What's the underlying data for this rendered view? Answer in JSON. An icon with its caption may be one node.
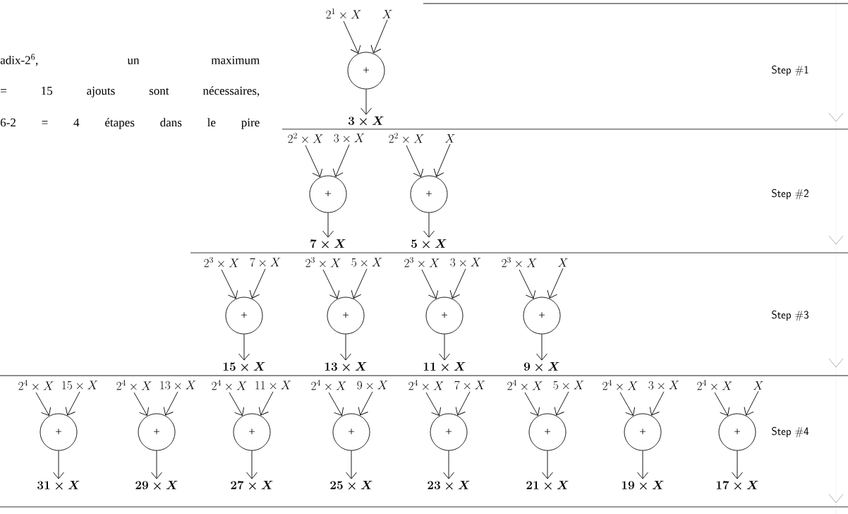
{
  "diagram": {
    "nodes": [
      {
        "text": [
          "2^{1}\\times X"
        ]
      },
      {
        "text": [
          "X"
        ]
      },
      {
        "text": [
          "+"
        ]
      },
      {
        "text": [
          "3\\times X"
        ]
      },
      {
        "text": [
          "2^{2}\\times X"
        ]
      },
      {
        "text": [
          "3\\times X"
        ]
      },
      {
        "text": [
          "+"
        ]
      },
      {
        "text": [
          "7\\times X"
        ]
      },
      {
        "text": [
          "2^{2}\\times X"
        ]
      },
      {
        "text": [
          "X"
        ]
      },
      {
        "text": [
          "+"
        ]
      },
      {
        "text": [
          "5\\times X"
        ]
      },
      {
        "text": [
          "2^{3}\\times X"
        ]
      },
      {
        "text": [
          "7\\times X"
        ]
      },
      {
        "text": [
          "+"
        ]
      },
      {
        "text": [
          "15\\times X"
        ]
      },
      {
        "text": [
          "2^{3}\\times X"
        ]
      },
      {
        "text": [
          "5\\times X"
        ]
      },
      {
        "text": [
          "+"
        ]
      },
      {
        "text": [
          "13\\times X"
        ]
      },
      {
        "text": [
          "2^{3}\\times X"
        ]
      },
      {
        "text": [
          "3\\times X"
        ]
      },
      {
        "text": [
          "+"
        ]
      },
      {
        "text": [
          "11\\times X"
        ]
      },
      {
        "text": [
          "2^{3}\\times X"
        ]
      },
      {
        "text": [
          "X"
        ]
      },
      {
        "text": [
          "+"
        ]
      },
      {
        "text": [
          "9\\times X"
        ]
      },
      {
        "text": [
          "2^{4}\\times X"
        ]
      },
      {
        "text": [
          "15\\times X"
        ]
      },
      {
        "text": [
          "+"
        ]
      },
      {
        "text": [
          "31\\times X"
        ]
      },
      {
        "text": [
          "2^{4}\\times X"
        ]
      },
      {
        "text": [
          "13\\times X"
        ]
      },
      {
        "text": [
          "+"
        ]
      },
      {
        "text": [
          "29\\times X"
        ]
      },
      {
        "text": [
          "2^{4}\\times X"
        ]
      },
      {
        "text": [
          "11\\times X"
        ]
      },
      {
        "text": [
          "+"
        ]
      },
      {
        "text": [
          "27\\times X"
        ]
      },
      {
        "text": [
          "2^{4}\\times X"
        ]
      },
      {
        "text": [
          "9\\times X"
        ]
      },
      {
        "text": [
          "+"
        ]
      },
      {
        "text": [
          "25\\times X"
        ]
      },
      {
        "text": [
          "2^{4}\\times X"
        ]
      },
      {
        "text": [
          "7\\times X"
        ]
      },
      {
        "text": [
          "+"
        ]
      },
      {
        "text": [
          "23\\times X"
        ]
      },
      {
        "text": [
          "2^{4}\\times X"
        ]
      },
      {
        "text": [
          "5\\times X"
        ]
      },
      {
        "text": [
          "+"
        ]
      },
      {
        "text": [
          "21\\times X"
        ]
      },
      {
        "text": [
          "2^{4}\\times X"
        ]
      },
      {
        "text": [
          "3\\times X"
        ]
      },
      {
        "text": [
          "+"
        ]
      },
      {
        "text": [
          "19\\times X"
        ]
      },
      {
        "text": [
          "2^{4}\\times X"
        ]
      },
      {
        "text": [
          "X"
        ]
      },
      {
        "text": [
          "+"
        ]
      },
      {
        "text": [
          "17\\times X"
        ]
      }
    ],
    "edges": [
      {
        "from": 0,
        "to": 2,
        "arrow": "to"
      },
      {
        "from": 1,
        "to": 2,
        "arrow": "to"
      },
      {
        "from": 2,
        "to": 3,
        "arrow": "to"
      },
      {
        "from": 4,
        "to": 6,
        "arrow": "to"
      },
      {
        "from": 5,
        "to": 6,
        "arrow": "to"
      },
      {
        "from": 6,
        "to": 7,
        "arrow": "to"
      },
      {
        "from": 8,
        "to": 10,
        "arrow": "to"
      },
      {
        "from": 9,
        "to": 10,
        "arrow": "to"
      },
      {
        "from": 10,
        "to": 11,
        "arrow": "to"
      },
      {
        "from": 12,
        "to": 14,
        "arrow": "to"
      },
      {
        "from": 13,
        "to": 14,
        "arrow": "to"
      },
      {
        "from": 14,
        "to": 15,
        "arrow": "to"
      },
      {
        "from": 16,
        "to": 18,
        "arrow": "to"
      },
      {
        "from": 17,
        "to": 18,
        "arrow": "to"
      },
      {
        "from": 18,
        "to": 19,
        "arrow": "to"
      },
      {
        "from": 20,
        "to": 22,
        "arrow": "to"
      },
      {
        "from": 21,
        "to": 22,
        "arrow": "to"
      },
      {
        "from": 22,
        "to": 23,
        "arrow": "to"
      },
      {
        "from": 24,
        "to": 26,
        "arrow": "to"
      },
      {
        "from": 25,
        "to": 26,
        "arrow": "to"
      },
      {
        "from": 26,
        "to": 27,
        "arrow": "to"
      },
      {
        "from": 28,
        "to": 30,
        "arrow": "to"
      },
      {
        "from": 29,
        "to": 30,
        "arrow": "to"
      },
      {
        "from": 30,
        "to": 31,
        "arrow": "to"
      },
      {
        "from": 32,
        "to": 34,
        "arrow": "to"
      },
      {
        "from": 33,
        "to": 34,
        "arrow": "to"
      },
      {
        "from": 34,
        "to": 35,
        "arrow": "to"
      },
      {
        "from": 36,
        "to": 38,
        "arrow": "to"
      },
      {
        "from": 37,
        "to": 38,
        "arrow": "to"
      },
      {
        "from": 38,
        "to": 39,
        "arrow": "to"
      },
      {
        "from": 40,
        "to": 42,
        "arrow": "to"
      },
      {
        "from": 41,
        "to": 42,
        "arrow": "to"
      },
      {
        "from": 42,
        "to": 43,
        "arrow": "to"
      },
      {
        "from": 44,
        "to": 46,
        "arrow": "to"
      },
      {
        "from": 45,
        "to": 46,
        "arrow": "to"
      },
      {
        "from": 46,
        "to": 47,
        "arrow": "to"
      },
      {
        "from": 48,
        "to": 50,
        "arrow": "to"
      },
      {
        "from": 49,
        "to": 50,
        "arrow": "to"
      },
      {
        "from": 50,
        "to": 51,
        "arrow": "to"
      },
      {
        "from": 52,
        "to": 54,
        "arrow": "to"
      },
      {
        "from": 53,
        "to": 54,
        "arrow": "to"
      },
      {
        "from": 54,
        "to": 55,
        "arrow": "to"
      },
      {
        "from": 56,
        "to": 58,
        "arrow": "to"
      },
      {
        "from": 57,
        "to": 58,
        "arrow": "to"
      },
      {
        "from": 58,
        "to": 59,
        "arrow": "to"
      }
    ],
    "labels": [
      "adix-2$^{6}$, un maximum",
      "= 15 ajouts sont nécessaires,",
      "6-2 = 4 étapes dans le pire",
      "Step #1",
      "Step #2",
      "Step #3",
      "Step #4"
    ]
  }
}
